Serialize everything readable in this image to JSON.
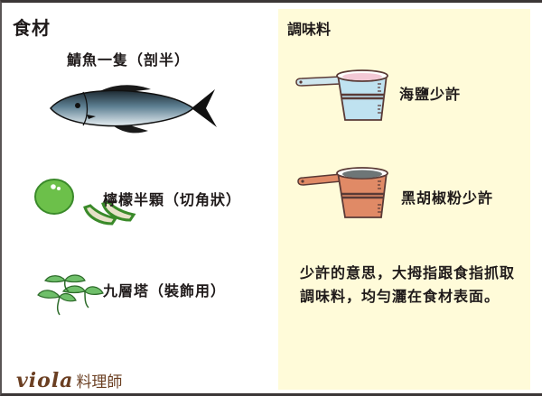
{
  "ingredients": {
    "title": "食材",
    "items": [
      {
        "label": "鯖魚一隻（剖半）",
        "icon": "fish-icon"
      },
      {
        "label": "檸檬半顆（切角狀）",
        "icon": "lemon-icon"
      },
      {
        "label": "九層塔（裝飾用）",
        "icon": "basil-icon"
      }
    ]
  },
  "seasonings": {
    "title": "調味料",
    "items": [
      {
        "label": "海鹽少許",
        "icon": "salt-measuring-cup-icon"
      },
      {
        "label": "黑胡椒粉少許",
        "icon": "pepper-measuring-cup-icon"
      }
    ],
    "note": "少許的意思，大拇指跟食指抓取調味料，均勻灑在食材表面。"
  },
  "branding": {
    "logo_word": "viola",
    "logo_sub": "料理師"
  },
  "colors": {
    "border": "#3b3636",
    "cream_panel": "#fffbd9",
    "text": "#1f1a1a",
    "logo_brown": "#6b3f22",
    "fish_blue": "#5d7f92",
    "lemon_green": "#6cc04a",
    "basil_green": "#6fbf6a",
    "salt_cup_blue": "#bfe2f0",
    "pepper_cup_orange": "#e08a66"
  }
}
